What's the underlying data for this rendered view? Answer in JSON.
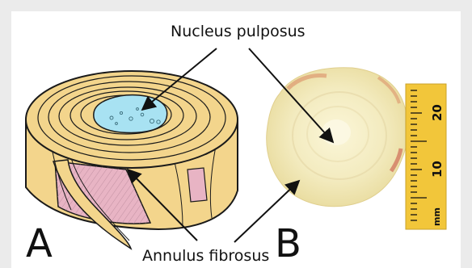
{
  "labels": {
    "nucleus": "Nucleus pulposus",
    "annulus": "Annulus fibrosus",
    "panel_a": "A",
    "panel_b": "B"
  },
  "ruler": {
    "marks": [
      "20",
      "10"
    ],
    "unit": "mm"
  },
  "colors": {
    "background": "#ebebeb",
    "annulus_yellow": "#f3d58c",
    "nucleus_blue": "#a8e2f2",
    "side_pink": "#e8b4c4",
    "specimen_cream": "#f6efc6",
    "ruler_yellow": "#f2c63a"
  }
}
